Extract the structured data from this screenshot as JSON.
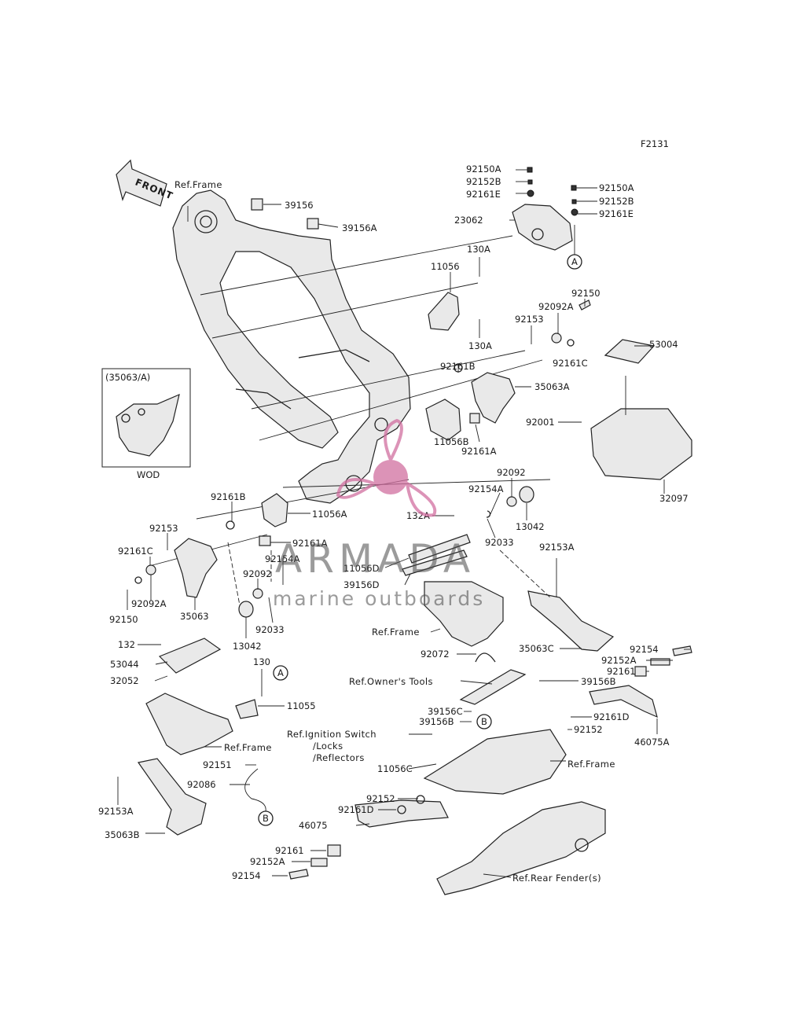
{
  "diagram_code": "F2131",
  "front_label": "FRONT",
  "inset": {
    "ref": "(35063/A)",
    "caption": "WOD"
  },
  "callout_letters": {
    "a": "A",
    "b": "B"
  },
  "watermark": {
    "brand": "ARMADA",
    "sub": "marine outboards",
    "color": "#d16fa0"
  },
  "part_labels": [
    "92150A",
    "92152B",
    "92161E",
    "23062",
    "92150A",
    "92152B",
    "92161E",
    "39156",
    "39156A",
    "Ref.Frame",
    "130A",
    "11056",
    "130A",
    "92150",
    "92092A",
    "92153",
    "92161C",
    "53004",
    "92161B",
    "35063A",
    "92001",
    "11056B",
    "92161A",
    "32097",
    "92092",
    "92154A",
    "13042",
    "92033",
    "132A",
    "92161B",
    "11056A",
    "92153",
    "92161A",
    "92161C",
    "92154A",
    "92092",
    "92150",
    "92092A",
    "35063",
    "13042",
    "92033",
    "11056D",
    "39156D",
    "92153A",
    "Ref.Frame",
    "35063C",
    "92072",
    "132",
    "53044",
    "32052",
    "130",
    "11055",
    "Ref.Frame",
    "Ref.Owner's Tools",
    "39156B",
    "92154",
    "92152A",
    "92161",
    "39156C",
    "39156B",
    "92161D",
    "92152",
    "46075A",
    "Ref.Ignition Switch",
    "/Locks",
    "/Reflectors",
    "11056C",
    "Ref.Frame",
    "92151",
    "92086",
    "92153A",
    "35063B",
    "92152",
    "92161D",
    "46075",
    "92161",
    "92152A",
    "92154",
    "Ref.Rear Fender(s)"
  ]
}
